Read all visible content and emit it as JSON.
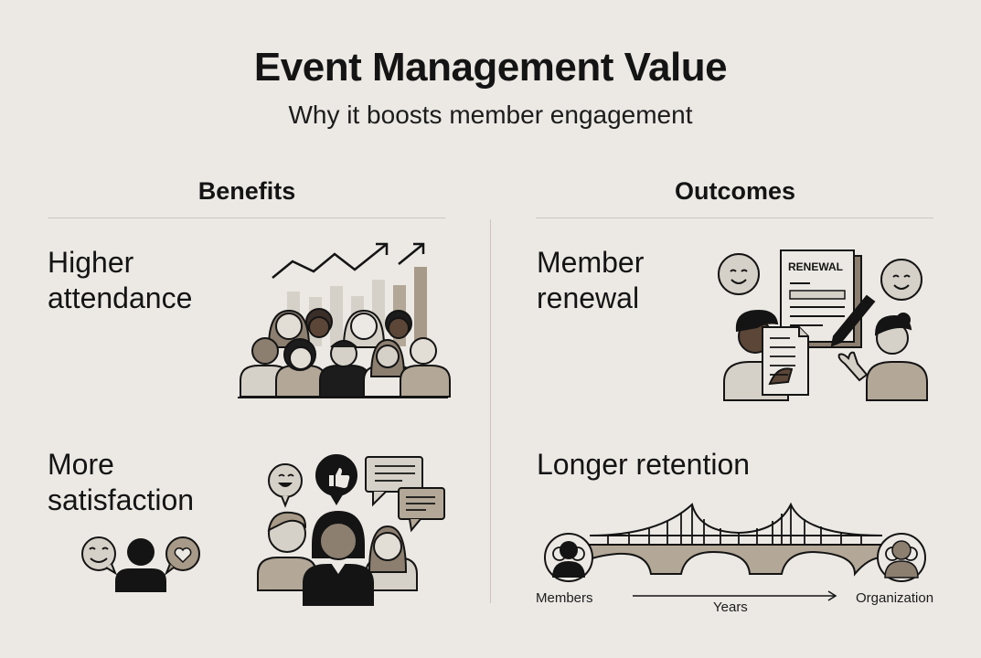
{
  "header": {
    "title": "Event Management Value",
    "subtitle": "Why it boosts member engagement"
  },
  "columns": {
    "left": {
      "heading": "Benefits",
      "items": [
        {
          "label_line1": "Higher",
          "label_line2": "attendance",
          "icon": "crowd-with-growth-chart-icon"
        },
        {
          "label_line1": "More",
          "label_line2": "satisfaction",
          "icon": "happy-people-feedback-icon"
        }
      ]
    },
    "right": {
      "heading": "Outcomes",
      "items": [
        {
          "label_line1": "Member",
          "label_line2": "renewal",
          "icon": "renewal-document-signing-icon",
          "document_title": "RENEWAL"
        },
        {
          "label": "Longer retention",
          "icon": "bridge-icon",
          "bridge_labels": {
            "start": "Members",
            "end": "Organization",
            "axis": "Years"
          }
        }
      ]
    }
  },
  "palette": {
    "background": "#ece9e4",
    "ink": "#141414",
    "light_tone": "#d9d4cb",
    "mid_tone": "#b3a797",
    "dark_tone": "#8c7f70",
    "rule": "#c9c5be"
  }
}
